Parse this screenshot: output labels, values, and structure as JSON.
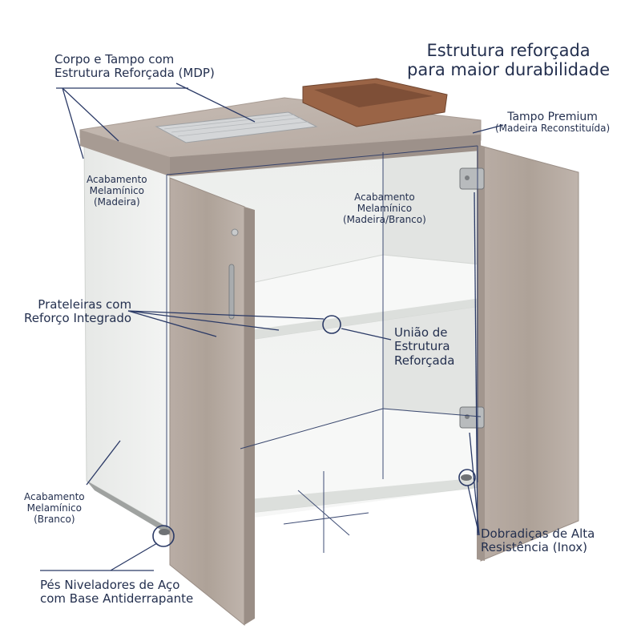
{
  "headline": {
    "line1": "Estrutura reforçada",
    "line2": "para maior durabilidade"
  },
  "labels": {
    "corpo": {
      "line1": "Corpo e Tampo com",
      "line2": "Estrutura Reforçada (MDP)"
    },
    "tampo": {
      "line1": "Tampo Premium",
      "line2": "(Madeira Reconstituída)"
    },
    "acab_side": {
      "line1": "Acabamento",
      "line2": "Melamínico",
      "line3": "(Madeira)"
    },
    "acab_inner": {
      "line1": "Acabamento",
      "line2": "Melamínico",
      "line3": "(Madeira/Branco)"
    },
    "prateleiras": {
      "line1": "Prateleiras com",
      "line2": "Reforço Integrado"
    },
    "uniao": {
      "line1": "União de",
      "line2": "Estrutura",
      "line3": "Reforçada"
    },
    "acab_bottom": {
      "line1": "Acabamento",
      "line2": "Melamínico",
      "line3": "(Branco)"
    },
    "dobradicas": {
      "line1": "Dobradiças de Alta",
      "line2": "Resistência (Inox)"
    },
    "pes": {
      "line1": "Pés Niveladores de Aço",
      "line2": "com Base Antiderrapante"
    }
  },
  "colors": {
    "text": "#24304f",
    "leader": "#2b3a66",
    "wood": "#b4a8a0",
    "wood_dark": "#9a8e86",
    "white_panel": "#eef0ee",
    "tray": "#9a6446"
  }
}
